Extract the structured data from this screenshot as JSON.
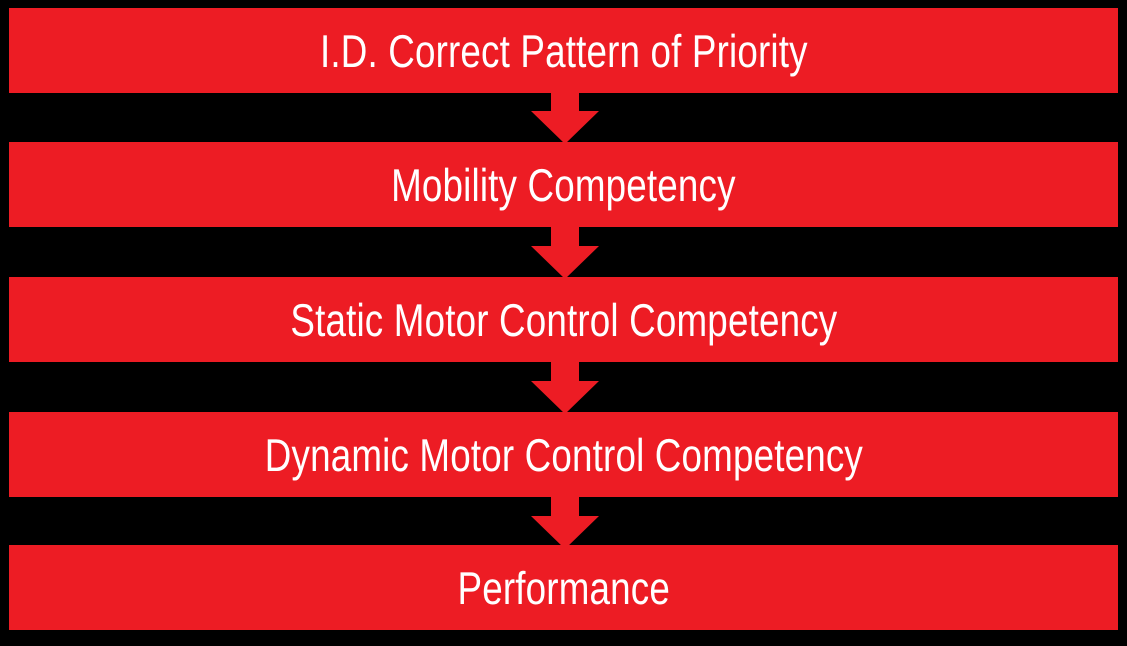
{
  "diagram": {
    "title": "I.D. Correct Pattern of Priority progression flowchart",
    "type": "vertical-flowchart",
    "background_color": "#000000",
    "box_color": "#ED1C24",
    "text_color": "#FFFFFF",
    "arrow_color": "#ED1C24",
    "steps": [
      {
        "id": "step-1",
        "label": "I.D. Correct Pattern of Priority"
      },
      {
        "id": "step-2",
        "label": "Mobility Competency"
      },
      {
        "id": "step-3",
        "label": "Static Motor Control Competency"
      },
      {
        "id": "step-4",
        "label": "Dynamic Motor Control Competency"
      },
      {
        "id": "step-5",
        "label": "Performance"
      }
    ],
    "connectors": [
      {
        "id": "connector-1",
        "from": "step-1",
        "to": "step-2",
        "icon": "arrow-down-icon"
      },
      {
        "id": "connector-2",
        "from": "step-2",
        "to": "step-3",
        "icon": "arrow-down-icon"
      },
      {
        "id": "connector-3",
        "from": "step-3",
        "to": "step-4",
        "icon": "arrow-down-icon"
      },
      {
        "id": "connector-4",
        "from": "step-4",
        "to": "step-5",
        "icon": "arrow-down-icon"
      }
    ]
  }
}
